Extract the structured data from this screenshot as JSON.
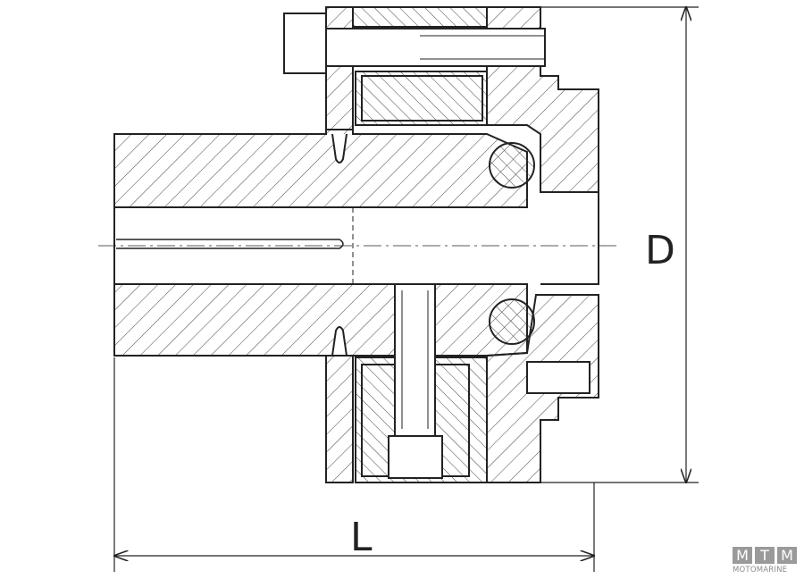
{
  "drawing": {
    "dimensions": [
      {
        "label": "D",
        "orientation": "vertical"
      },
      {
        "label": "L",
        "orientation": "horizontal"
      }
    ],
    "line_color": "#222222",
    "background": "#ffffff"
  },
  "logo": {
    "letters": [
      "M",
      "T",
      "M"
    ],
    "text": "MOTOMARINE",
    "color": "#9a9a9a"
  }
}
